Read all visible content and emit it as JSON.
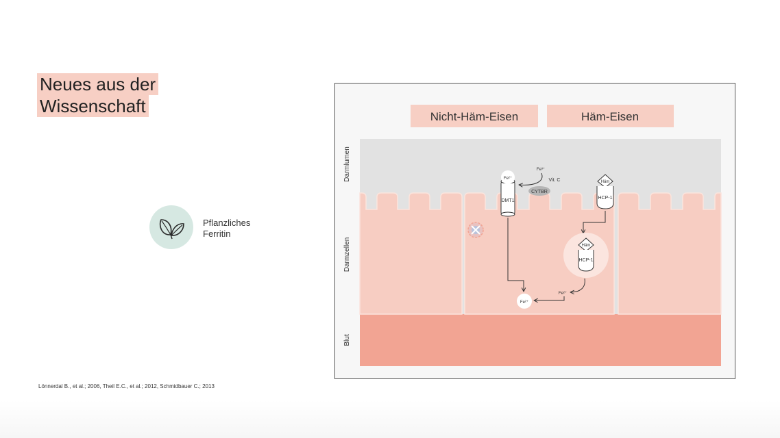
{
  "heading": {
    "line1": "Neues aus der",
    "line2": "Wissenschaft"
  },
  "badge": {
    "icon": "leaves-icon",
    "label_line1": "Pflanzliches",
    "label_line2": "Ferritin",
    "bg_color": "#d6e8e2"
  },
  "citation": "Lönnerdal B., et al.; 2006, Theil E.C., et al.; 2012, Schmidbauer C.; 2013",
  "diagram": {
    "column_headers": {
      "non_heme": "Nicht-Häm-Eisen",
      "heme": "Häm-Eisen"
    },
    "zones": {
      "lumen": "Darmlumen",
      "cells": "Darmzellen",
      "blood": "Blut"
    },
    "labels": {
      "fe3_lumen": "Fe³⁺",
      "fe2_dmt": "Fe²⁺",
      "vit_c": "Vit. C",
      "cytbr": "CYTBR",
      "dmt1": "DMT1",
      "ham_top": "Häm",
      "hcp1_top": "HCP-1",
      "ham_inner": "Häm",
      "hcp1_inner": "HCP-1",
      "fe2_right": "Fe²⁺",
      "fe2_bottom": "Fe²⁺"
    },
    "colors": {
      "header_bg": "#f7cfc4",
      "lumen": "#e2e2e2",
      "cells": "#f7cdc2",
      "blood": "#f2a493",
      "cytbr": "#b5b5b5"
    }
  }
}
